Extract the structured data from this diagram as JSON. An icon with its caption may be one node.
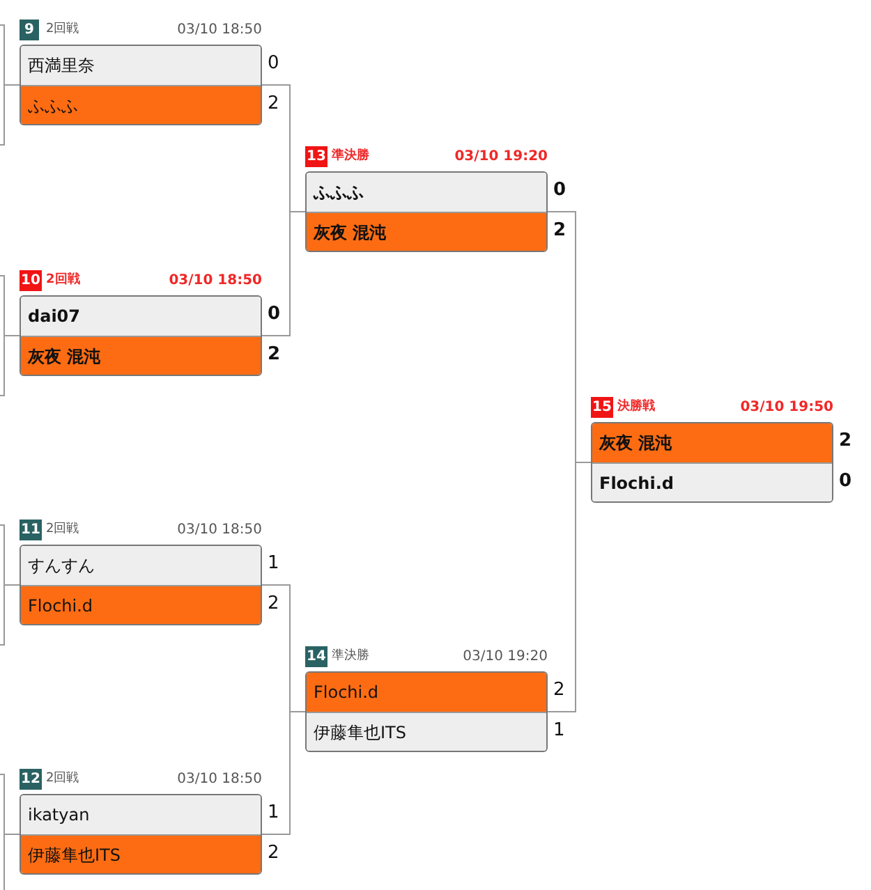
{
  "diagram": {
    "nodes": [
      {
        "text": [
          "9",
          "2回戦",
          "03/10 18:50"
        ]
      },
      {
        "text": [
          "西満里奈"
        ],
        "in": 0,
        "beside": [
          "0"
        ]
      },
      {
        "text": [
          "ふふふ"
        ],
        "in": 0,
        "beside": [
          "2"
        ]
      },
      {
        "text": [
          "10",
          "2回戦",
          "03/10 18:50"
        ]
      },
      {
        "text": [
          "dai07"
        ],
        "in": 3,
        "beside": [
          "0"
        ]
      },
      {
        "text": [
          "灰夜 混沌"
        ],
        "in": 3,
        "beside": [
          "2"
        ]
      },
      {
        "text": [
          "11",
          "2回戦",
          "03/10 18:50"
        ]
      },
      {
        "text": [
          "すんすん"
        ],
        "in": 6,
        "beside": [
          "1"
        ]
      },
      {
        "text": [
          "Flochi.d"
        ],
        "in": 6,
        "beside": [
          "2"
        ]
      },
      {
        "text": [
          "12",
          "2回戦",
          "03/10 18:50"
        ]
      },
      {
        "text": [
          "ikatyan"
        ],
        "in": 9,
        "beside": [
          "1"
        ]
      },
      {
        "text": [
          "伊藤隼也ITS"
        ],
        "in": 9,
        "beside": [
          "2"
        ]
      },
      {
        "text": [
          "13",
          "準決勝",
          "03/10 19:20"
        ]
      },
      {
        "text": [
          "ふふふ"
        ],
        "in": 12,
        "beside": [
          "0"
        ]
      },
      {
        "text": [
          "灰夜 混沌"
        ],
        "in": 12,
        "beside": [
          "2"
        ]
      },
      {
        "text": [
          "14",
          "準決勝",
          "03/10 19:20"
        ]
      },
      {
        "text": [
          "Flochi.d"
        ],
        "in": 15,
        "beside": [
          "2"
        ]
      },
      {
        "text": [
          "伊藤隼也ITS"
        ],
        "in": 15,
        "beside": [
          "1"
        ]
      },
      {
        "text": [
          "15",
          "決勝戦",
          "03/10 19:50"
        ]
      },
      {
        "text": [
          "灰夜 混沌"
        ],
        "in": 18,
        "beside": [
          "2"
        ]
      },
      {
        "text": [
          "Flochi.d"
        ],
        "in": 18,
        "beside": [
          "0"
        ]
      }
    ],
    "edges": [
      {
        "from": null,
        "to": 0,
        "arrow": "none"
      },
      {
        "from": null,
        "to": 3,
        "arrow": "none"
      },
      {
        "from": null,
        "to": 6,
        "arrow": "none"
      },
      {
        "from": null,
        "to": 9,
        "arrow": "none"
      },
      {
        "from": 0,
        "to": 12,
        "arrow": "none"
      },
      {
        "from": 3,
        "to": 12,
        "arrow": "none"
      },
      {
        "from": 6,
        "to": 15,
        "arrow": "none"
      },
      {
        "from": 9,
        "to": 15,
        "arrow": "none"
      },
      {
        "from": 12,
        "to": 18,
        "arrow": "none"
      },
      {
        "from": 15,
        "to": 18,
        "arrow": "none"
      }
    ]
  }
}
